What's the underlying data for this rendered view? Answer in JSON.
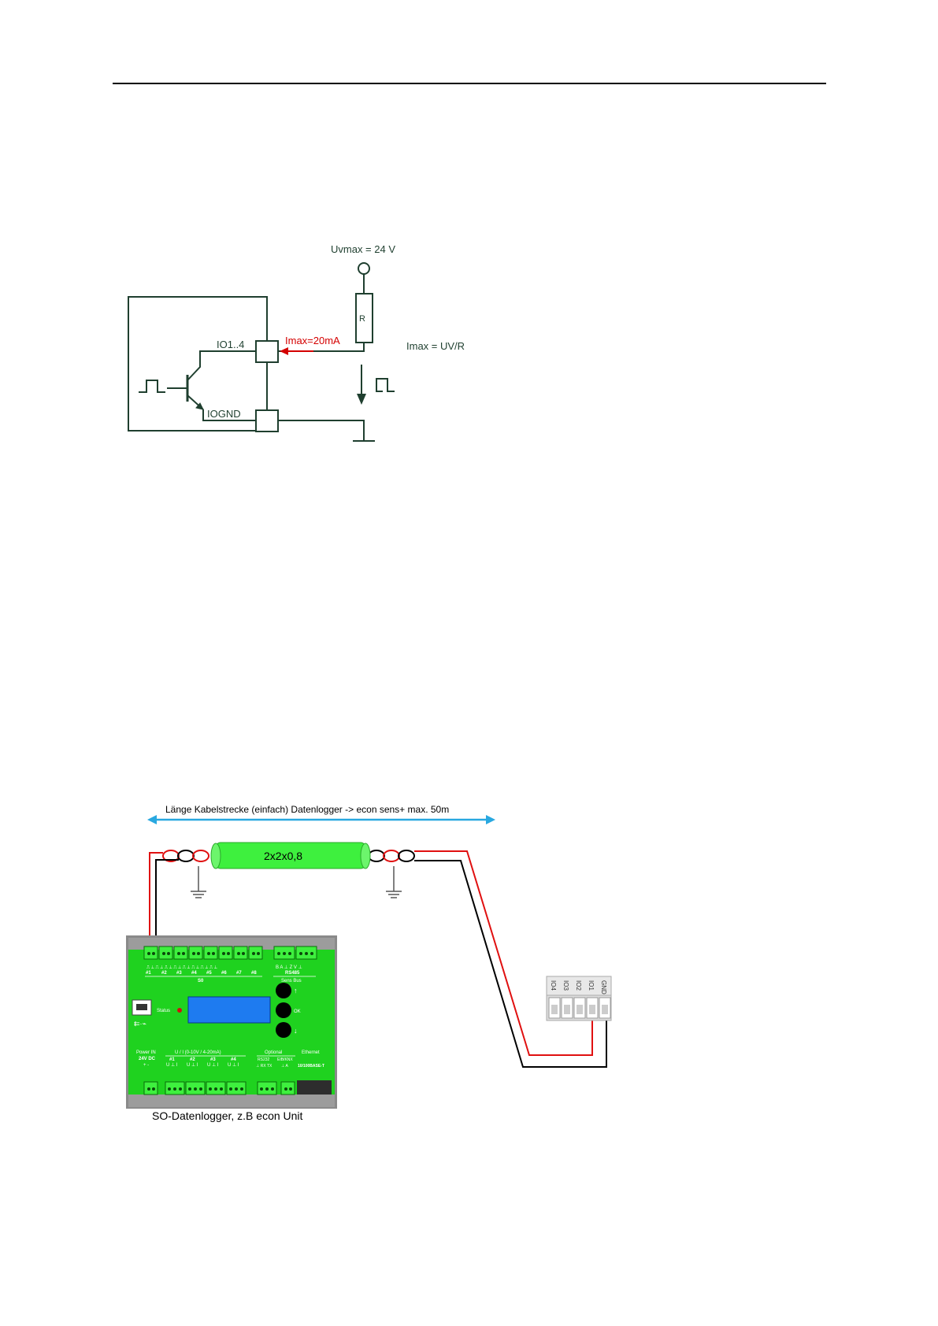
{
  "circuit": {
    "supply_label": "Uvmax = 24 V",
    "resistor_label": "R",
    "io_label": "IO1..4",
    "current_label": "Imax=20mA",
    "formula_label": "Imax = UV/R",
    "gnd_label": "IOGND",
    "colors": {
      "line": "#1f3f2f",
      "current": "#d40000"
    }
  },
  "wiring": {
    "length_label": "Länge Kabelstrecke (einfach)  Datenlogger -> econ sens+ max. 50m",
    "cable_label": "2x2x0,8",
    "caption": "SO-Datenlogger, z.B econ Unit",
    "colors": {
      "arrow": "#29a8e0",
      "cable": "#3ef03e",
      "board": "#1fd21f",
      "red_wire": "#e01010",
      "black_wire": "#000000",
      "display": "#1e7bf0"
    }
  },
  "logger": {
    "s0_channels": [
      "#1",
      "#2",
      "#3",
      "#4",
      "#5",
      "#6",
      "#7",
      "#8"
    ],
    "s0_label": "S0",
    "rs485_pins": "B A ⊥   Z V ⊥",
    "rs485_label": "RS485",
    "sens_bus_label": "Sens Bus",
    "status_label": "Status",
    "ok_label": "OK",
    "power_label": "Power IN",
    "power_spec": "24V DC",
    "power_pins": "+   -",
    "analog_label": "U / I (0-10V / 4-20mA)",
    "analog_channels": [
      "#1",
      "#2",
      "#3",
      "#4"
    ],
    "analog_pins": "U ⊥ I",
    "optional_label": "Optional",
    "rs232_label": "RS232",
    "eib_label": "EIB/KNX",
    "rs232_pins": "⊥ RX TX",
    "eib_pins": "⊥  A",
    "ethernet_label": "Ethernet",
    "ethernet_spec": "10/100BASE-T"
  },
  "terminal": {
    "pins": [
      "IO4",
      "IO3",
      "IO2",
      "IO1",
      "GND"
    ]
  }
}
